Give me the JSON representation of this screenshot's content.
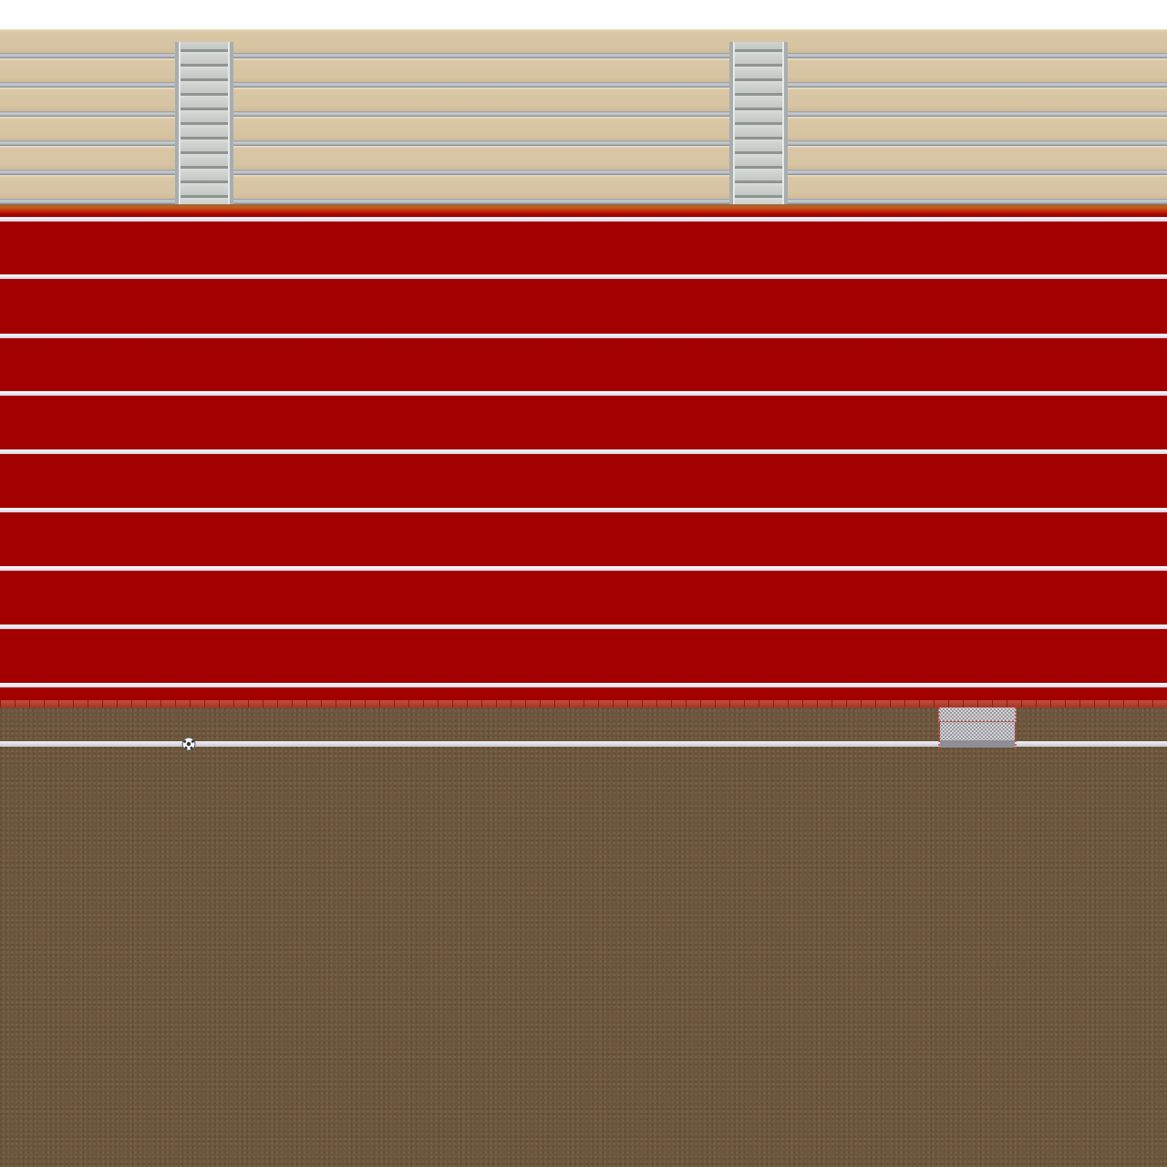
{
  "scene": {
    "type": "top-down sports stadium tile map",
    "areas": [
      "bleachers",
      "running-track",
      "dirt-field"
    ],
    "colors": {
      "bleacher_seat": "#d8c6a4",
      "bleacher_rail": "#b6bcc1",
      "stairs": "#c4c8c4",
      "track": "#a30000",
      "lane_line": "#e6e2ea",
      "brick_border": "#b03a2a",
      "dirt": "#72593e",
      "field_line": "#e6e6ec"
    },
    "bleachers": {
      "bench_rows": 6,
      "staircases": 2
    },
    "track": {
      "lanes": 8,
      "lane_lines": 9
    },
    "objects": [
      {
        "name": "soccer-ball",
        "icon": "soccer-ball-icon"
      },
      {
        "name": "goal-net",
        "icon": "goal-net-icon"
      }
    ]
  }
}
